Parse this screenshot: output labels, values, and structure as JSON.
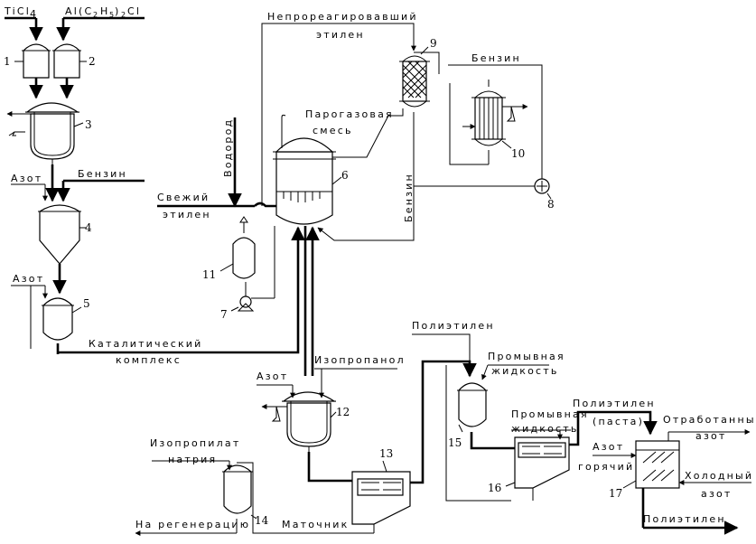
{
  "labels": {
    "ticl4": "TiCl",
    "ticl4_sub": "4",
    "alcl": "Al(C",
    "alcl_sub1": "2",
    "alcl_mid": "H",
    "alcl_sub2": "5",
    "alcl_end": ")",
    "alcl_sub3": "2",
    "alcl_cl": "Cl",
    "unreacted1": "Непрореагировавший",
    "unreacted2": "этилен",
    "benzin_top": "Бензин",
    "benzin_left": "Бензин",
    "benzin_vert": "Бензин",
    "azot1": "Азот",
    "azot2": "Азот",
    "azot3": "Азот",
    "azot_hot1": "Азот",
    "azot_hot2": "горячий",
    "vodorod": "Водород",
    "fresh1": "Свежий",
    "fresh2": "этилен",
    "gas1": "Парогазовая",
    "gas2": "смесь",
    "catalyst1": "Каталитический",
    "catalyst2": "комплекс",
    "isopropanol": "Изопропанол",
    "isopropylate1": "Изопропилат",
    "isopropylate2": "натрия",
    "regeneration": "На регенерацию",
    "mother": "Маточник",
    "polyethylene_top": "Полиэтилен",
    "wash1_1": "Промывная",
    "wash1_2": "жидкость",
    "wash2_1": "Промывная",
    "wash2_2": "жидкость",
    "paste1": "Полиэтилен",
    "paste2": "(паста)",
    "spent1": "Отработанный",
    "spent2": "азот",
    "cold1": "Холодный",
    "cold2": "азот",
    "polyethylene_out": "Полиэтилен"
  },
  "numbers": [
    "1",
    "2",
    "3",
    "4",
    "5",
    "6",
    "7",
    "8",
    "9",
    "10",
    "11",
    "12",
    "13",
    "14",
    "15",
    "16",
    "17"
  ]
}
